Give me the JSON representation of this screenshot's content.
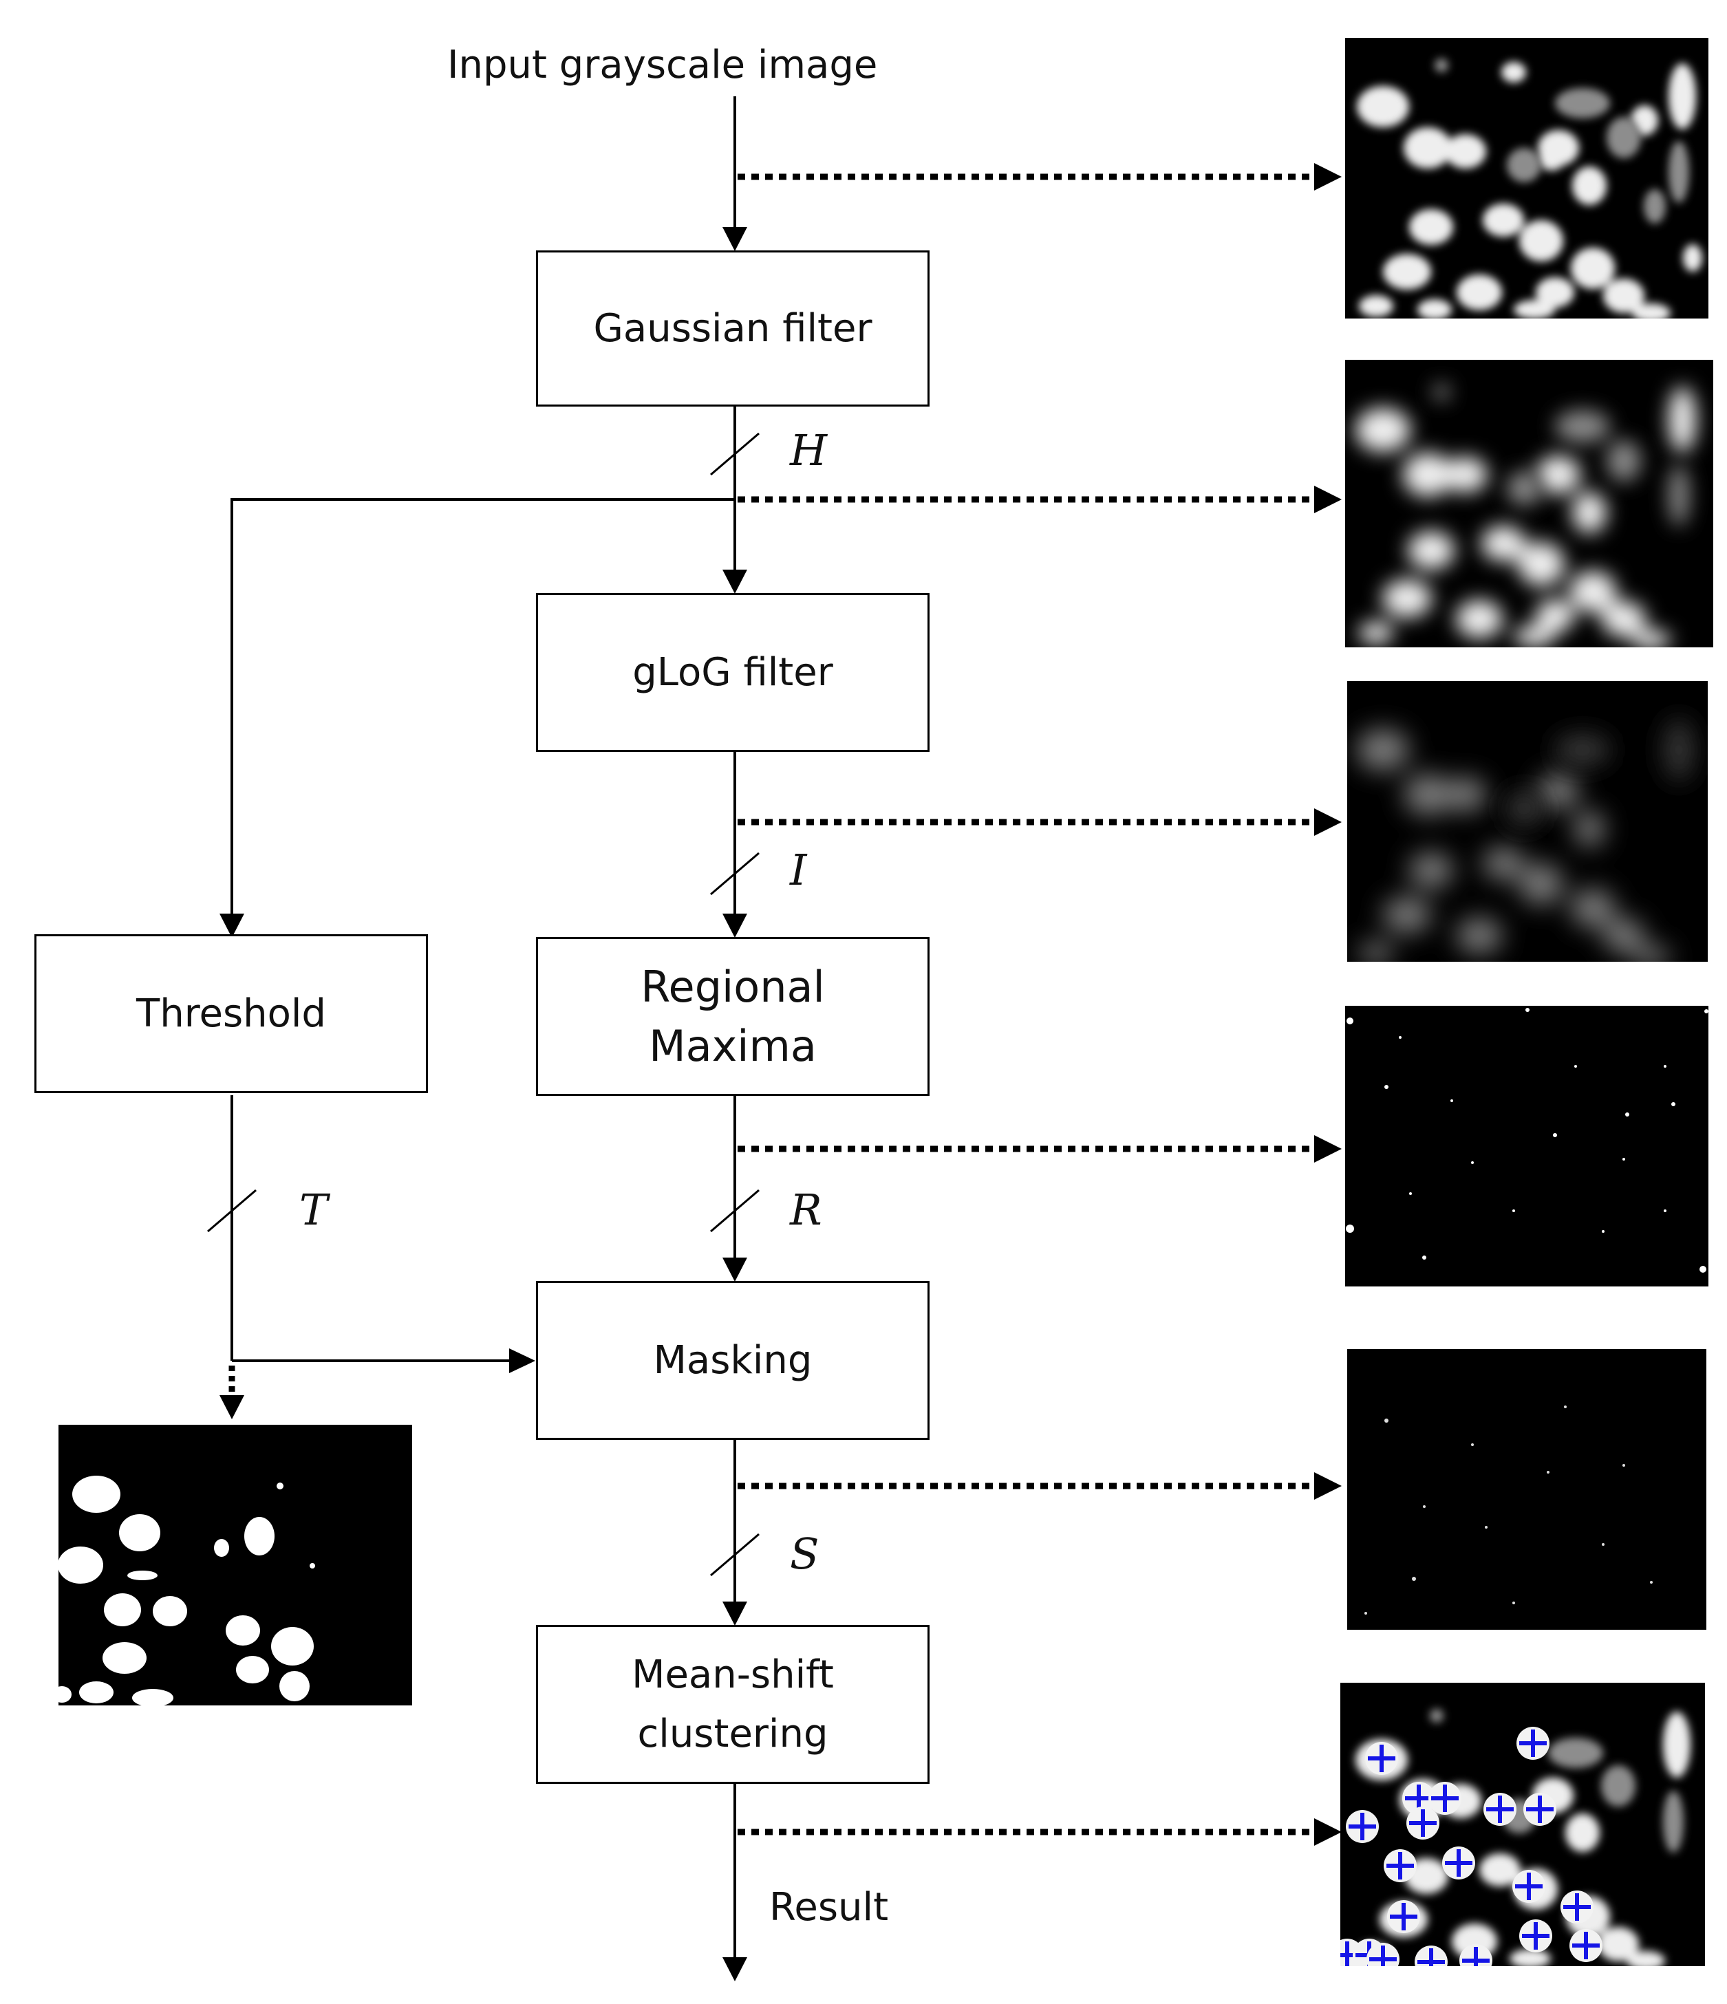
{
  "input_label": "Input grayscale image",
  "boxes": {
    "gaussian": "Gaussian filter",
    "glog": "gLoG filter",
    "regional_maxima": "Regional\nMaxima",
    "threshold": "Threshold",
    "masking": "Masking",
    "meanshift": "Mean-shift\nclustering"
  },
  "variables": {
    "h": "H",
    "i": "I",
    "r": "R",
    "t": "T",
    "s": "S"
  },
  "result_label": "Result",
  "colors": {
    "line": "#000000",
    "marker": "#1515e6",
    "thumb_bg": "#000000"
  }
}
